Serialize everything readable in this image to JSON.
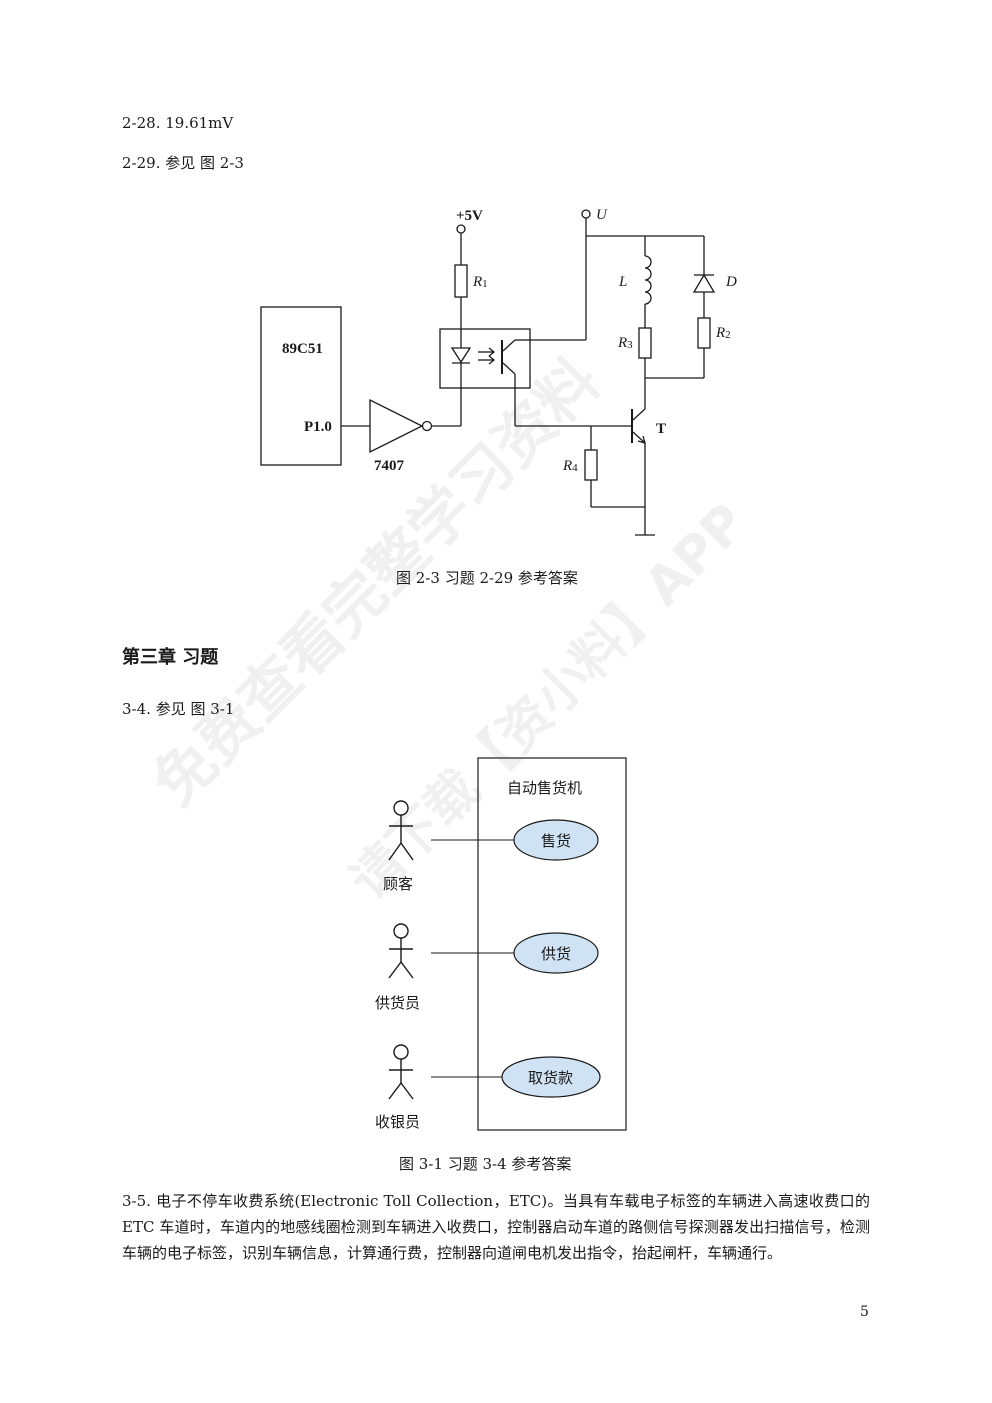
{
  "answers": {
    "a2_28": "2-28. 19.61mV",
    "a2_29": "2-29.  参见  图  2-3",
    "a3_4": "3-4.  参见  图  3-1"
  },
  "figure_2_3": {
    "caption": "图  2-3  习题 2-29 参考答案",
    "labels": {
      "plus5v": "+5V",
      "u": "U",
      "r1_main": "R",
      "r1_sub": "1",
      "chip": "89C51",
      "pin": "P1.0",
      "buffer": "7407",
      "l": "L",
      "d": "D",
      "r3_main": "R",
      "r3_sub": "3",
      "r2_main": "R",
      "r2_sub": "2",
      "t": "T",
      "r4_main": "R",
      "r4_sub": "4"
    }
  },
  "chapter": {
    "title": "第三章  习题"
  },
  "figure_3_1": {
    "caption": "图  3-1  习题 3-4 参考答案",
    "system_name": "自动售货机",
    "actors": [
      "顾客",
      "供货员",
      "收银员"
    ],
    "use_cases": [
      "售货",
      "供货",
      "取货款"
    ]
  },
  "paragraph_3_5": "3-5.  电子不停车收费系统(Electronic Toll Collection，ETC)。当具有车载电子标签的车辆进入高速收费口的 ETC 车道时，车道内的地感线圈检测到车辆进入收费口，控制器启动车道的路侧信号探测器发出扫描信号，检测车辆的电子标签，识别车辆信息，计算通行费，控制器向道闸电机发出指令，抬起闸杆，车辆通行。",
  "page_number": "5",
  "watermark": {
    "line1": "免费查看完整学习资料",
    "line2": "请下载【资小料】APP"
  }
}
